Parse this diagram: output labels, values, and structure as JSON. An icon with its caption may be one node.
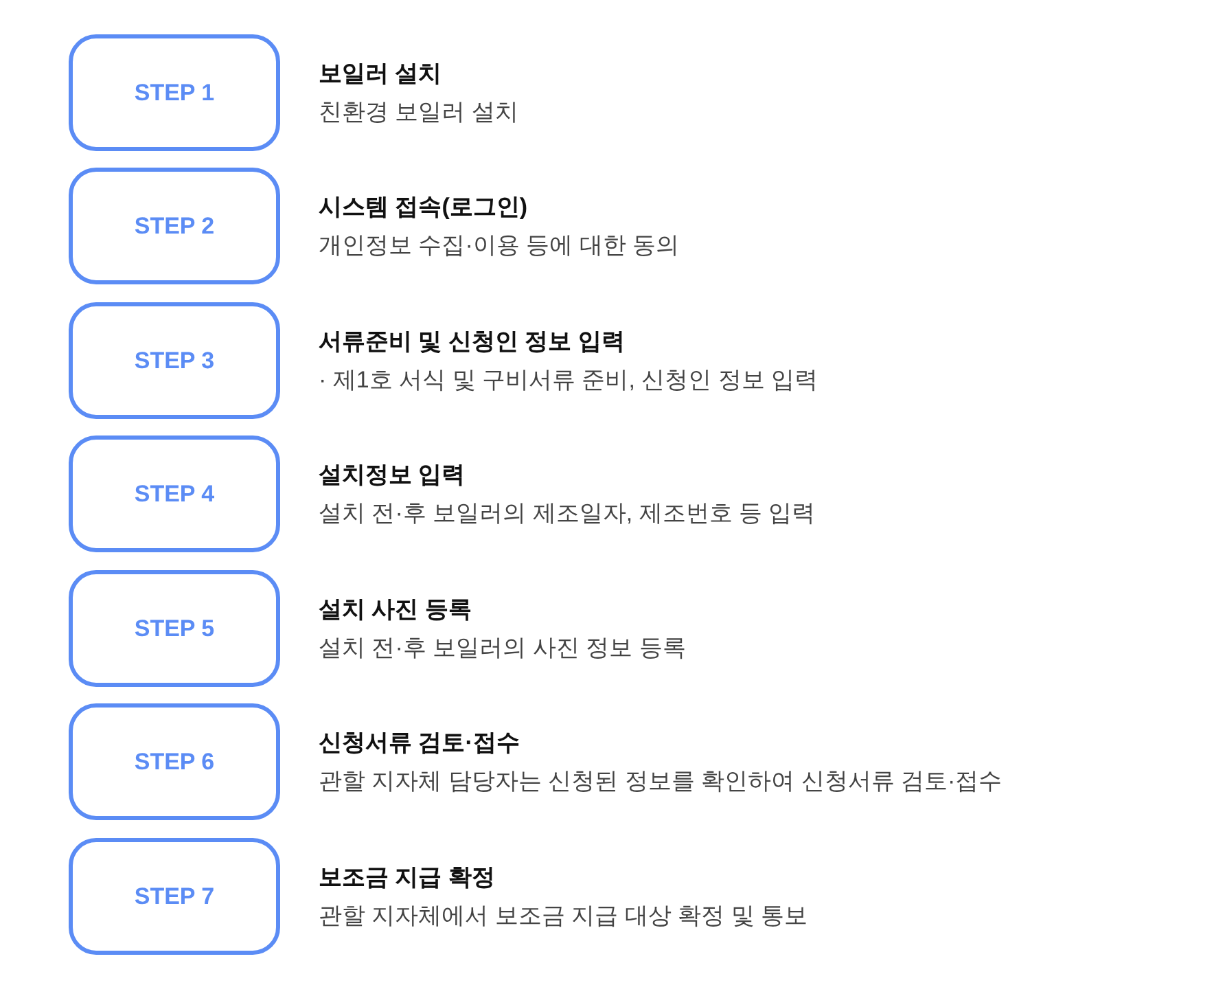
{
  "diagram": {
    "nodes": [
      {
        "text": [
          "STEP 1"
        ],
        "beside": [
          "보일러 설치",
          "친환경 보일러 설치"
        ]
      },
      {
        "text": [
          "STEP 2"
        ],
        "beside": [
          "시스템 접속(로그인)",
          "개인정보 수집·이용 등에 대한 동의"
        ]
      },
      {
        "text": [
          "STEP 3"
        ],
        "beside": [
          "서류준비 및 신청인 정보 입력",
          "· 제1호 서식 및 구비서류 준비, 신청인 정보 입력"
        ]
      },
      {
        "text": [
          "STEP 4"
        ],
        "beside": [
          "설치정보 입력",
          "설치 전·후 보일러의 제조일자, 제조번호 등 입력"
        ]
      },
      {
        "text": [
          "STEP 5"
        ],
        "beside": [
          "설치 사진 등록",
          "설치 전·후 보일러의 사진 정보 등록"
        ]
      },
      {
        "text": [
          "STEP 6"
        ],
        "beside": [
          "신청서류 검토·접수",
          "관할 지자체 담당자는 신청된 정보를 확인하여 신청서류 검토·접수"
        ]
      },
      {
        "text": [
          "STEP 7"
        ],
        "beside": [
          "보조금 지급 확정",
          "관할 지자체에서 보조금 지급 대상 확정 및 통보"
        ]
      }
    ]
  }
}
